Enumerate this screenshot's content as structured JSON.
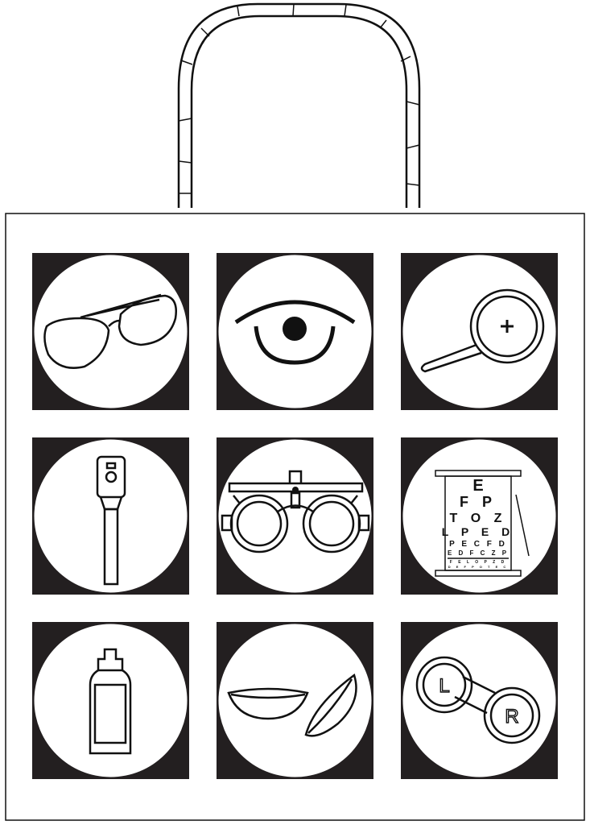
{
  "colors": {
    "tile": "#231f20",
    "line": "#111111",
    "background": "#ffffff"
  },
  "icons": [
    "aviator-glasses-icon",
    "eye-icon",
    "magnifier-icon",
    "ophthalmoscope-icon",
    "trial-frame-icon",
    "eye-chart-icon",
    "solution-bottle-icon",
    "contact-lens-icon",
    "lens-case-icon"
  ],
  "eye_chart": {
    "rows": [
      "E",
      "F P",
      "T O Z",
      "L P E D",
      "P E C F D",
      "E D F C Z P",
      "F E L O P Z D",
      "D E F P O T E C"
    ]
  },
  "lens_case": {
    "left": "L",
    "right": "R"
  }
}
